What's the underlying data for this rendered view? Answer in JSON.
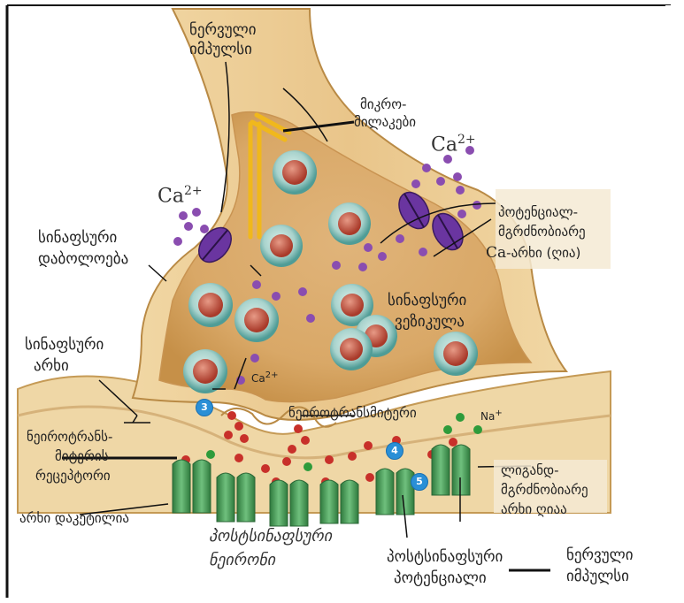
{
  "labels": {
    "nerve_impulse_top": [
      "ნერვული",
      "იმპულსი"
    ],
    "microtubules": [
      "მიკრო-",
      "მილაკები"
    ],
    "ca_top_right": "Ca",
    "ca_top_right_charge": "2+",
    "ca_left": "Ca",
    "ca_left_charge": "2+",
    "voltage_channel": [
      "პოტენციალ-",
      "მგრძნობიარე"
    ],
    "ca_channel_open_prefix": "Ca",
    "ca_channel_open_suffix": "-არხი (ღია)",
    "synaptic_terminal": [
      "სინაფსური",
      "დაბოლოება"
    ],
    "synaptic_vesicle": [
      "სინაფსური",
      "ვეზიკულა"
    ],
    "synaptic_cleft": [
      "სინაფსური",
      "არხი"
    ],
    "ca_small": "Ca",
    "ca_small_charge": "2+",
    "neurotransmitter": "ნეიროტრანსმიტერი",
    "na_ion": "Na",
    "na_charge": "+",
    "nt_receptor": [
      "ნეიროტრანს-",
      "მიტერის",
      "რეცეპტორი"
    ],
    "ligand_channel": [
      "ლიგანდ-",
      "მგრძნობიარე",
      "არხი ღიაა"
    ],
    "channel_closed": "არხი დაკეტილია",
    "postsynaptic_neuron": [
      "პოსტსინაფსური",
      "ნეირონი"
    ],
    "postsynaptic_potential": [
      "პოსტსინაფსური",
      "პოტენციალი"
    ],
    "nerve_impulse_bottom": [
      "ნერვული",
      "იმპულსი"
    ]
  },
  "badges": [
    "3",
    "4",
    "5"
  ],
  "colors": {
    "neuron_fill": "#e8c48a",
    "neuron_edge": "#b98a45",
    "cleft_fill": "#f3e4c4",
    "vesicle_ring": "#5fa9a2",
    "vesicle_core": "#c8533e",
    "ca_ion": "#8a4db0",
    "channel": "#6a35a0",
    "receptor": "#3f8f4e",
    "nt_red": "#c8302a",
    "nt_green": "#2e9b3b",
    "microtubule": "#f0b81c",
    "badge": "#2a8fd6"
  }
}
